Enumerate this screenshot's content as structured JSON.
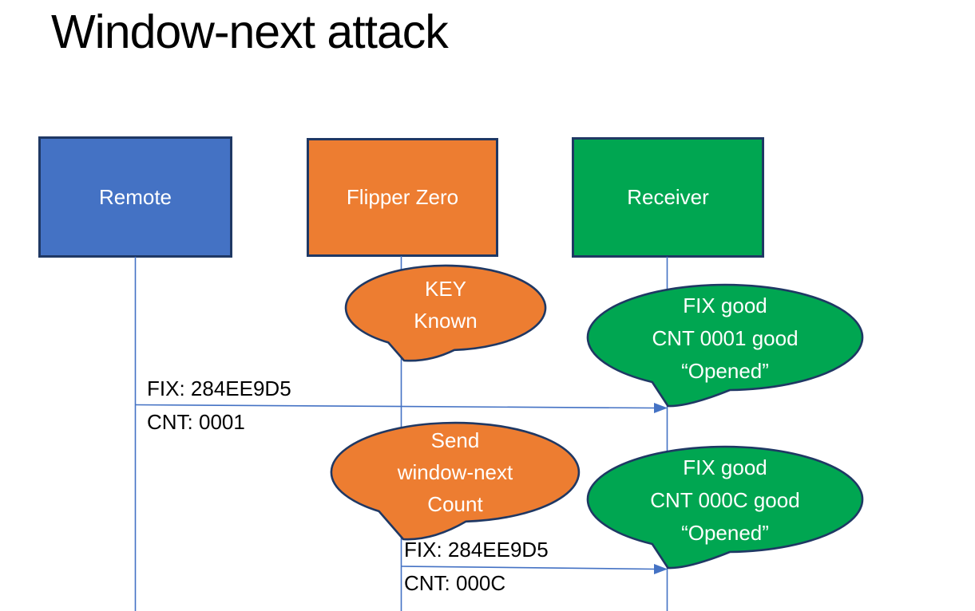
{
  "title": "Window-next attack",
  "actors": [
    {
      "id": "remote",
      "label": "Remote",
      "fill": "#4472C4"
    },
    {
      "id": "flipper",
      "label": "Flipper Zero",
      "fill": "#ED7D31"
    },
    {
      "id": "receiver",
      "label": "Receiver",
      "fill": "#00A651"
    }
  ],
  "callouts": [
    {
      "id": "key-known",
      "speaker": "flipper",
      "fill": "#ED7D31",
      "lines": [
        "KEY",
        "Known"
      ]
    },
    {
      "id": "opened-first",
      "speaker": "receiver",
      "fill": "#00A651",
      "lines": [
        "FIX good",
        "CNT 0001 good",
        "“Opened”"
      ]
    },
    {
      "id": "send-window-next",
      "speaker": "flipper",
      "fill": "#ED7D31",
      "lines": [
        "Send",
        "window-next",
        "Count"
      ]
    },
    {
      "id": "opened-second",
      "speaker": "receiver",
      "fill": "#00A651",
      "lines": [
        "FIX good",
        "CNT 000C good",
        "“Opened”"
      ]
    }
  ],
  "messages": [
    {
      "id": "msg1",
      "from": "remote",
      "to": "receiver",
      "label_top": "FIX: 284EE9D5",
      "label_bottom": "CNT: 0001"
    },
    {
      "id": "msg2",
      "from": "flipper",
      "to": "receiver",
      "label_top": "FIX: 284EE9D5",
      "label_bottom": "CNT: 000C"
    }
  ],
  "colors": {
    "line_blue": "#4472C4",
    "shape_border": "#1F3864",
    "orange": "#ED7D31",
    "green": "#00A651",
    "blue": "#4472C4",
    "text_light": "#FFFFFF",
    "text_dark": "#000000"
  }
}
